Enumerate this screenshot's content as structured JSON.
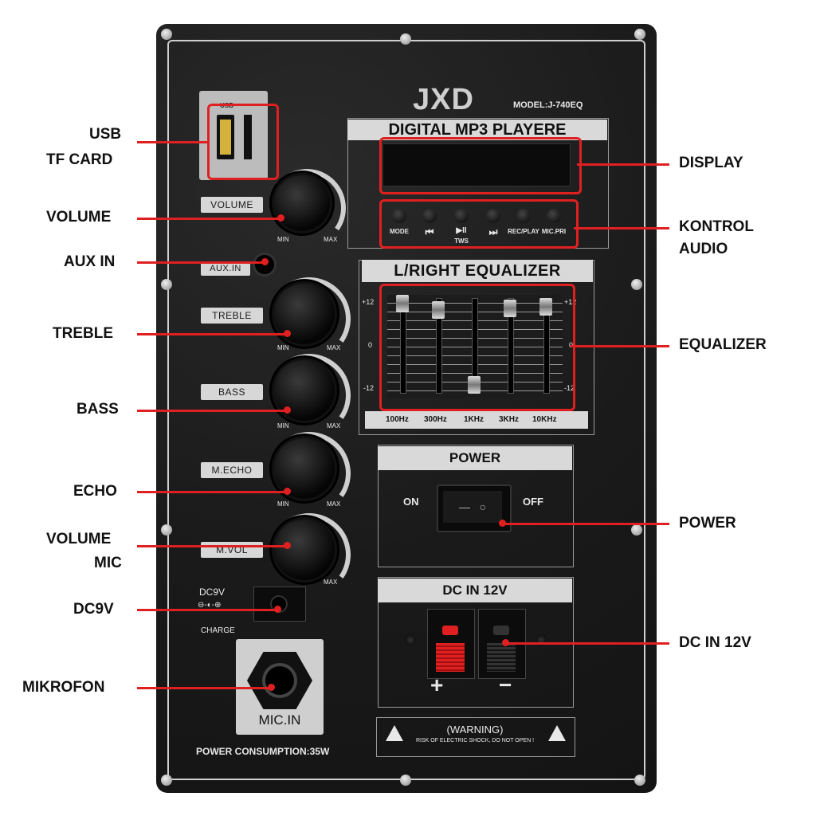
{
  "panel": {
    "brand": "JXD",
    "model": "MODEL:J-740EQ",
    "usb_label": "USB",
    "volume_label": "VOLUME",
    "aux_label": "AUX.IN",
    "treble_label": "TREBLE",
    "bass_label": "BASS",
    "echo_label": "M.ECHO",
    "mvol_label": "M.VOL",
    "min": "MIN",
    "max": "MAX",
    "dc9v": "DC9V",
    "charge": "CHARGE",
    "mic_in": "MIC.IN",
    "power_consumption": "POWER CONSUMPTION:35W",
    "mp3_title": "DIGITAL MP3 PLAYERE",
    "buttons": [
      {
        "label": "MODE"
      },
      {
        "label": "⏮"
      },
      {
        "label": "▶II"
      },
      {
        "label": "⏭"
      },
      {
        "label": "REC/PLAY"
      },
      {
        "label": "MIC.PRI"
      }
    ],
    "tws": "TWS",
    "eq_title": "L/RIGHT EQUALIZER",
    "eq_left_ticks": [
      "+12",
      "0",
      "-12"
    ],
    "eq_right_ticks": [
      "+12",
      "0",
      "-12"
    ],
    "eq_bands": [
      "100Hz",
      "300Hz",
      "1KHz",
      "3KHz",
      "10KHz"
    ],
    "power_title": "POWER",
    "on": "ON",
    "off": "OFF",
    "dc_title": "DC IN 12V",
    "plus": "+",
    "minus": "−",
    "warning_title": "(WARNING)",
    "warning_text": "RISK OF ELECTRIC SHOCK, DO NOT OPEN !"
  },
  "callouts_left": [
    {
      "text": "USB"
    },
    {
      "text": "TF CARD"
    },
    {
      "text": "VOLUME"
    },
    {
      "text": "AUX IN"
    },
    {
      "text": "TREBLE"
    },
    {
      "text": "BASS"
    },
    {
      "text": "ECHO"
    },
    {
      "text": "VOLUME"
    },
    {
      "text": "MIC"
    },
    {
      "text": "DC9V"
    },
    {
      "text": "MIKROFON"
    }
  ],
  "callouts_right": [
    {
      "text": "DISPLAY"
    },
    {
      "text": "KONTROL"
    },
    {
      "text": "AUDIO"
    },
    {
      "text": "EQUALIZER"
    },
    {
      "text": "POWER"
    },
    {
      "text": "DC IN 12V"
    }
  ],
  "colors": {
    "accent": "#e02020",
    "panel": "#1c1c1c",
    "plate": "#d7d7d7"
  }
}
